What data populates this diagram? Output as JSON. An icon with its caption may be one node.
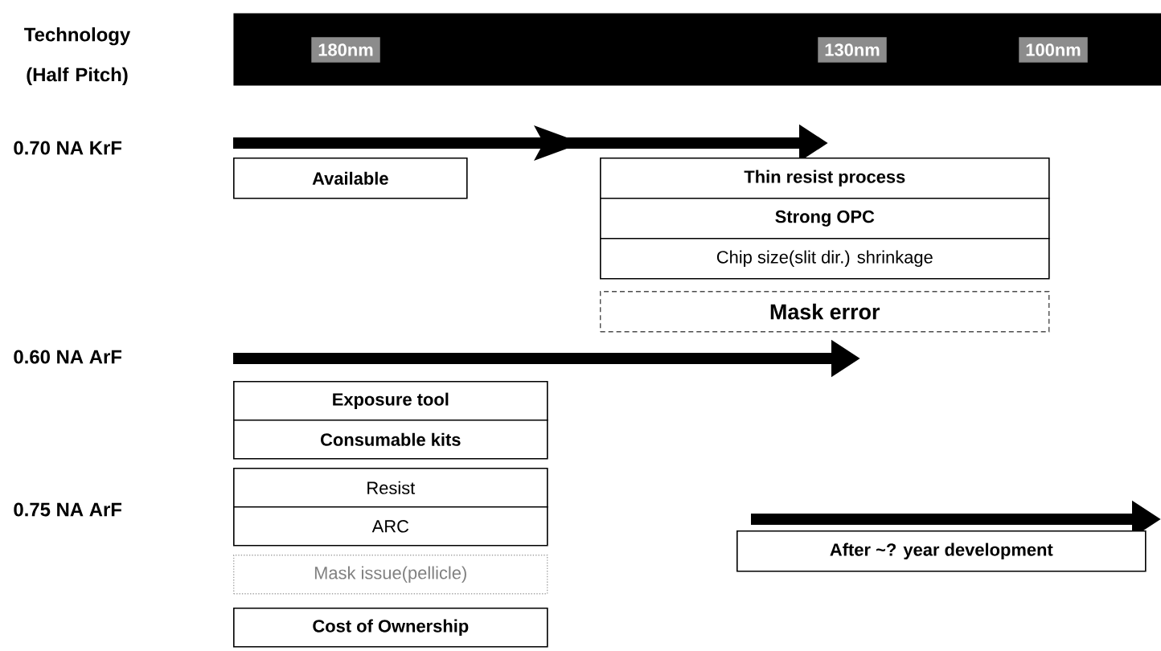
{
  "diagram": {
    "nodes": [
      {
        "text": [
          "180nm",
          "130nm",
          "100nm"
        ]
      },
      {
        "text": [
          "Available"
        ]
      },
      {
        "text": [
          "Thin resist process"
        ]
      },
      {
        "text": [
          "Strong OPC"
        ]
      },
      {
        "text": [
          "Chip size(slit dir.) shrinkage"
        ]
      },
      {
        "text": [
          "Mask error"
        ]
      },
      {
        "text": [
          "Exposure tool"
        ]
      },
      {
        "text": [
          "Consumable kits"
        ]
      },
      {
        "text": [
          "Resist"
        ]
      },
      {
        "text": [
          "ARC"
        ]
      },
      {
        "text": [
          "Mask issue(pellicle)"
        ]
      },
      {
        "text": [
          "Cost of Ownership"
        ]
      },
      {
        "text": [
          "After ~? year development"
        ]
      }
    ],
    "labels": [
      "Technology (Half Pitch)",
      "0.70 NA KrF",
      "0.60 NA ArF",
      "0.75 NA ArF"
    ]
  }
}
